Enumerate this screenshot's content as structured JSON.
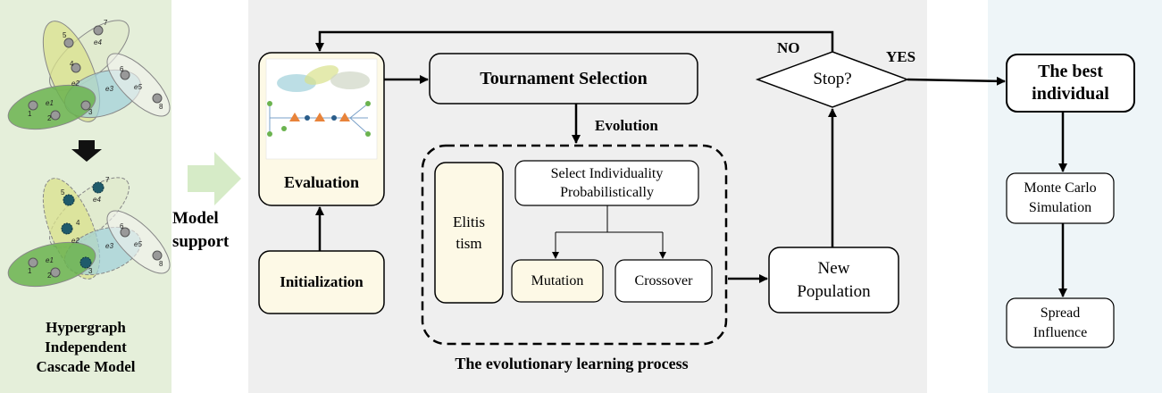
{
  "left_panel": {
    "caption_lines": [
      "Hypergraph",
      "Independent",
      "Cascade Model"
    ],
    "top_graph": {
      "nodes": [
        "1",
        "2",
        "3",
        "4",
        "5",
        "6",
        "7",
        "8"
      ],
      "edges": [
        "e1",
        "e2",
        "e3",
        "e4",
        "e5"
      ]
    },
    "bottom_graph": {
      "nodes": [
        "1",
        "2",
        "3",
        "4",
        "5",
        "6",
        "7",
        "8"
      ],
      "edges": [
        "e1",
        "e2",
        "e3",
        "e4",
        "e5"
      ],
      "activated_nodes": [
        "3",
        "4",
        "5",
        "7"
      ]
    }
  },
  "model_support": {
    "line1": "Model",
    "line2": "support"
  },
  "main": {
    "evaluation": {
      "label": "Evaluation"
    },
    "initialization": {
      "label": "Initialization"
    },
    "tournament": {
      "label": "Tournament Selection"
    },
    "evolution": {
      "label": "Evolution"
    },
    "elitism": {
      "line1": "Elitis",
      "line2": "tism"
    },
    "select": {
      "line1": "Select Individuality",
      "line2": "Probabilistically"
    },
    "mutation": {
      "label": "Mutation"
    },
    "crossover": {
      "label": "Crossover"
    },
    "new_population": {
      "line1": "New",
      "line2": "Population"
    },
    "stop": {
      "label": "Stop?"
    },
    "no_label": "NO",
    "yes_label": "YES",
    "caption": "The evolutionary learning process"
  },
  "right_panel": {
    "best": {
      "line1": "The best",
      "line2": "individual"
    },
    "monte_carlo": {
      "line1": "Monte Carlo",
      "line2": "Simulation"
    },
    "spread": {
      "line1": "Spread",
      "line2": "Influence"
    }
  },
  "colors": {
    "left_bg": "#e5efda",
    "main_bg": "#efefef",
    "right_bg": "#eef5f8",
    "evaluation_fill": "#fdf9e6",
    "elitism_fill": "#fdf9e6",
    "mutation_fill": "#fdf9e6",
    "support_arrow": "#d6ebc7",
    "dark_arrow": "#222222"
  }
}
